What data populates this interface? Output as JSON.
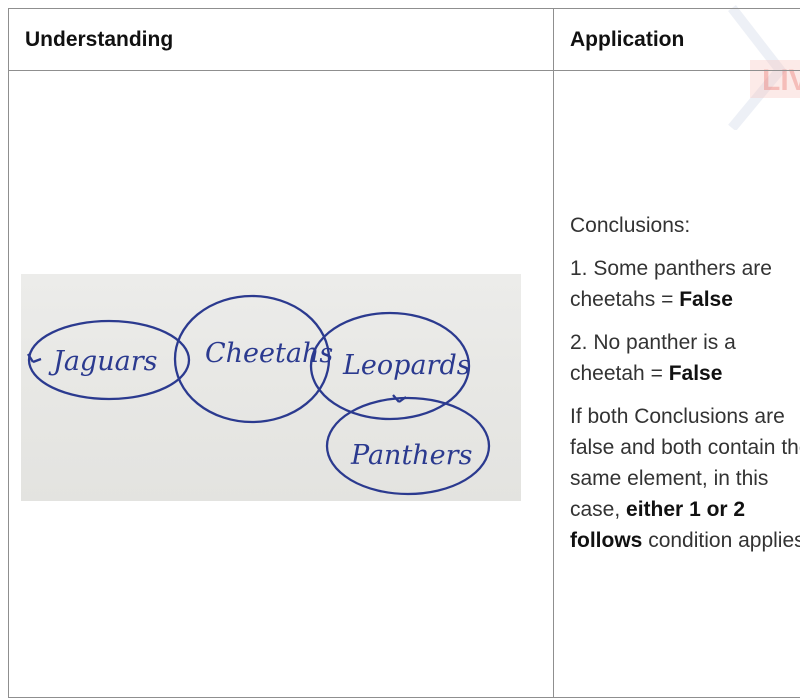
{
  "table": {
    "headers": [
      "Understanding",
      "Application"
    ],
    "conclusions_label": "Conclusions:",
    "conclusion_1_text": "1. Some panthers are cheetahs =",
    "conclusion_1_result": "False",
    "conclusion_2_text": "2. No panther is a cheetah =",
    "conclusion_2_result": "False",
    "summary_pre": "If both Conclusions are false and both contain the same element, in this case,",
    "summary_bold": "either 1 or 2 follows",
    "summary_post": "condition applies."
  },
  "diagram": {
    "labels": [
      "Jaguars",
      "Cheetahs",
      "Leopards",
      "Panthers"
    ],
    "ink_color": "#2b3a8f"
  },
  "watermark_text": "LIV"
}
